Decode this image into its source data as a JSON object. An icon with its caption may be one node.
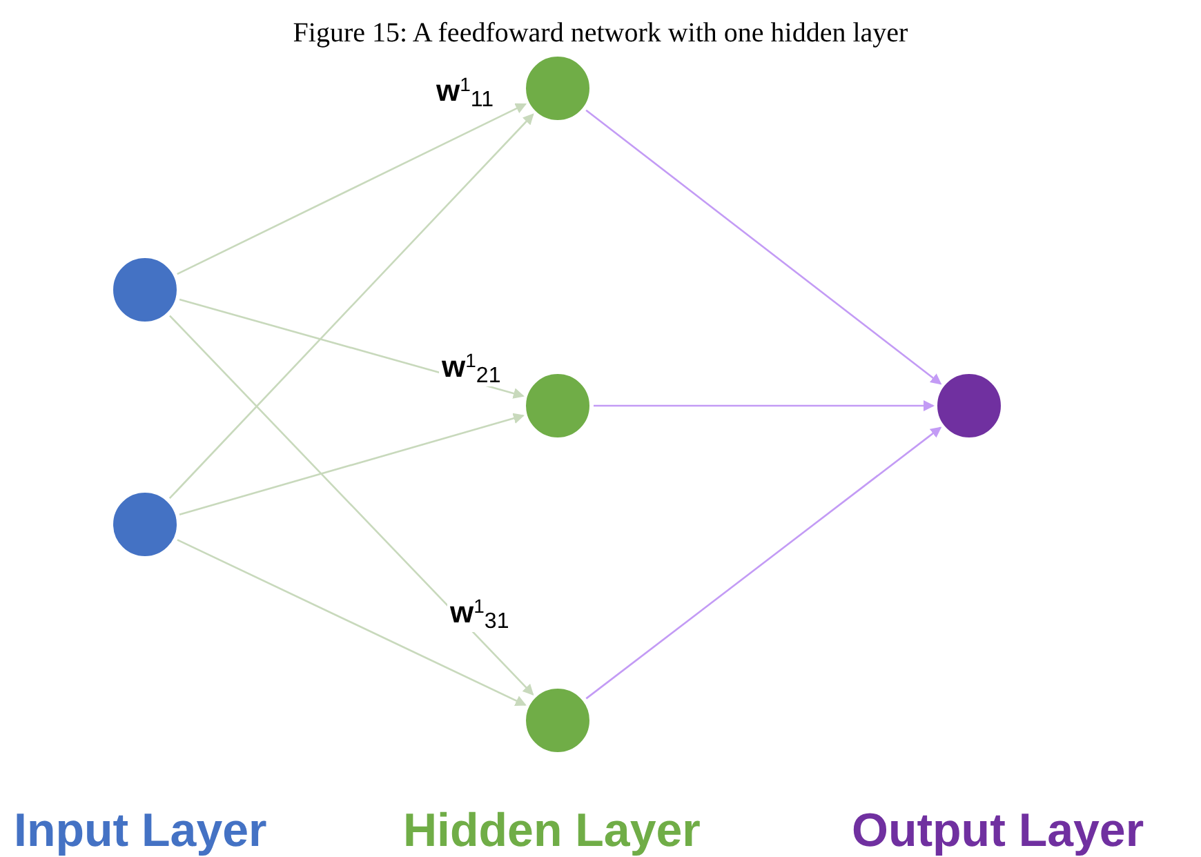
{
  "diagram": {
    "title": "Figure 15: A feedfoward network with one hidden layer",
    "nodes": [
      {
        "text": [],
        "shape": "circle"
      },
      {
        "text": [],
        "shape": "circle"
      },
      {
        "text": [],
        "shape": "circle"
      },
      {
        "text": [],
        "shape": "circle"
      },
      {
        "text": [],
        "shape": "circle"
      },
      {
        "text": [],
        "shape": "circle"
      }
    ],
    "edges": [
      {
        "from": 0,
        "to": 2,
        "arrow": "to",
        "label": "w$^{1}$$_{11}$"
      },
      {
        "from": 0,
        "to": 3,
        "arrow": "to",
        "label": "w$^{1}$$_{21}$"
      },
      {
        "from": 0,
        "to": 4,
        "arrow": "to",
        "label": "w$^{1}$$_{31}$"
      },
      {
        "from": 1,
        "to": 2,
        "arrow": "to"
      },
      {
        "from": 1,
        "to": 3,
        "arrow": "to"
      },
      {
        "from": 1,
        "to": 4,
        "arrow": "to"
      },
      {
        "from": 2,
        "to": 5,
        "arrow": "to",
        "color": "#c39bf5"
      },
      {
        "from": 3,
        "to": 5,
        "arrow": "to",
        "color": "#c39bf5"
      },
      {
        "from": 4,
        "to": 5,
        "arrow": "to",
        "color": "#c39bf5"
      }
    ],
    "labels": [
      "Input Layer",
      "Hidden Layer",
      "Output Layer"
    ]
  }
}
